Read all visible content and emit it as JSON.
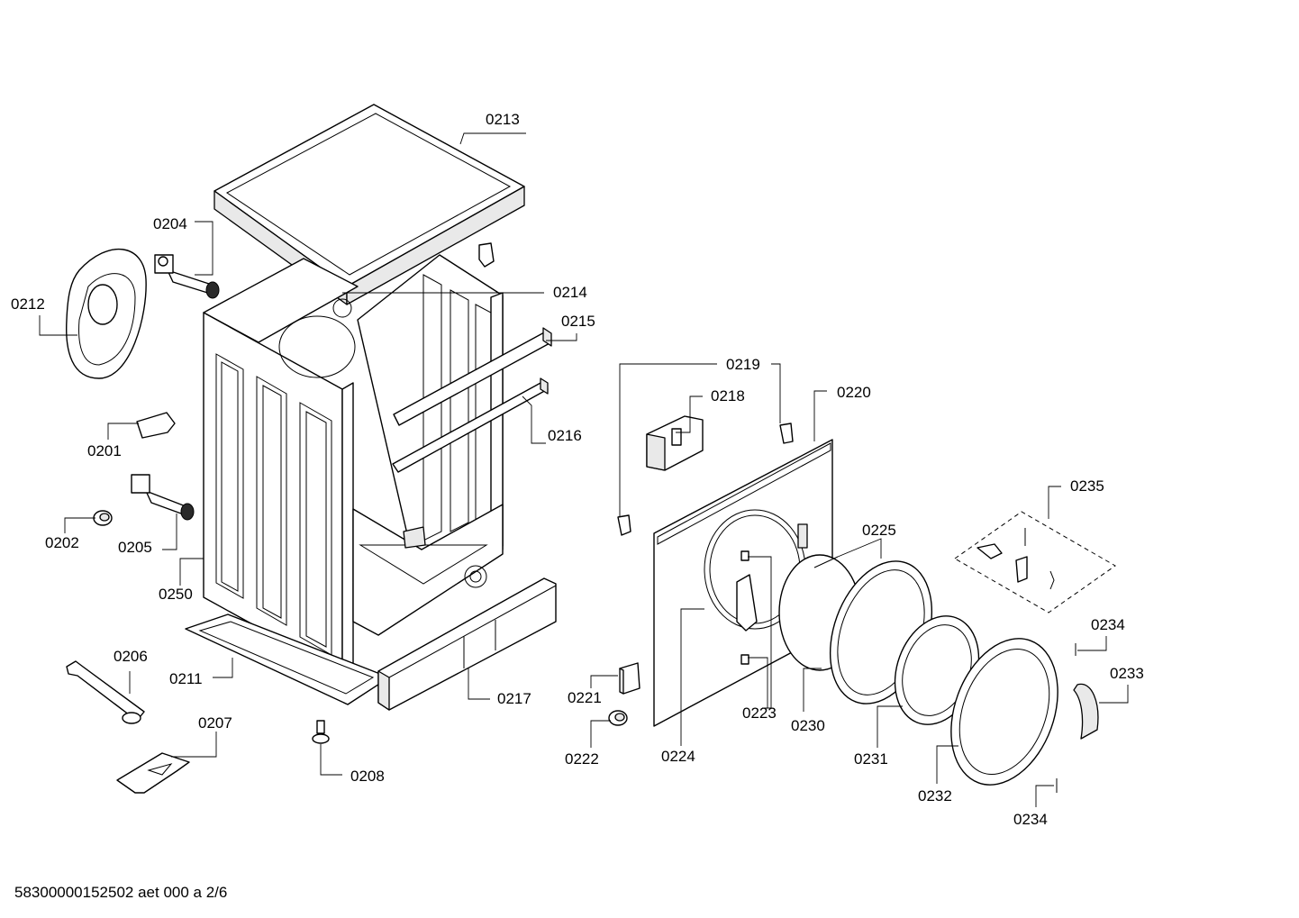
{
  "diagram": {
    "labels": {
      "p0213": "0213",
      "p0204": "0204",
      "p0212": "0212",
      "p0214": "0214",
      "p0215": "0215",
      "p0216": "0216",
      "p0201": "0201",
      "p0205": "0205",
      "p0202": "0202",
      "p0250": "0250",
      "p0206": "0206",
      "p0211": "0211",
      "p0207": "0207",
      "p0208": "0208",
      "p0217": "0217",
      "p0219": "0219",
      "p0218": "0218",
      "p0220": "0220",
      "p0235": "0235",
      "p0225": "0225",
      "p0234a": "0234",
      "p0233": "0233",
      "p0221": "0221",
      "p0222": "0222",
      "p0223": "0223",
      "p0230": "0230",
      "p0224": "0224",
      "p0231": "0231",
      "p0232": "0232",
      "p0234b": "0234"
    }
  },
  "footer": {
    "doc_id": "58300000152502 aet 000 a 2/6"
  }
}
